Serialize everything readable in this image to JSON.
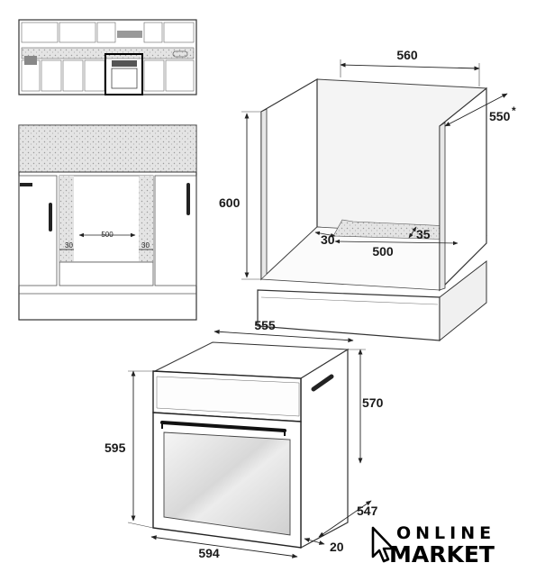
{
  "dimensions": {
    "cabinet_width": "560",
    "cabinet_depth": "550",
    "cabinet_depth_note": "*",
    "cabinet_height": "600",
    "cabinet_left_gap": "30",
    "cabinet_opening_width": "500",
    "cabinet_vent_depth": "35",
    "oven_depth_top": "555",
    "oven_height_body": "570",
    "oven_height_front": "595",
    "oven_width": "594",
    "oven_depth_side": "547",
    "oven_door_thickness": "20",
    "detail_opening_width": "500",
    "detail_left_gap": "30",
    "detail_right_gap": "30"
  },
  "brand": {
    "line1": "ONLINE",
    "line2": "MARKET"
  }
}
